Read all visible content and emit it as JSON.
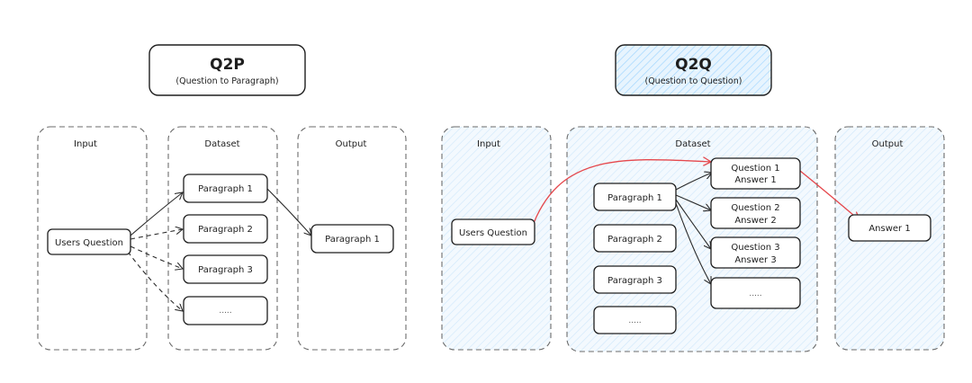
{
  "q2p": {
    "title": "Q2P",
    "subtitle": "(Question to Paragraph)",
    "input_label": "Input",
    "dataset_label": "Dataset",
    "output_label": "Output",
    "input_node": "Users Question",
    "dataset_nodes": [
      "Paragraph 1",
      "Paragraph 2",
      "Paragraph 3",
      "....."
    ],
    "output_node": "Paragraph 1"
  },
  "q2q": {
    "title": "Q2Q",
    "subtitle": "(Question to Question)",
    "input_label": "Input",
    "dataset_label": "Dataset",
    "output_label": "Output",
    "input_node": "Users Question",
    "paragraph_nodes": [
      "Paragraph 1",
      "Paragraph 2",
      "Paragraph 3",
      "....."
    ],
    "qa_nodes": [
      {
        "question": "Question 1",
        "answer": "Answer 1"
      },
      {
        "question": "Question 2",
        "answer": "Answer 2"
      },
      {
        "question": "Question 3",
        "answer": "Answer 3"
      }
    ],
    "qa_more": ".....",
    "output_node": "Answer 1"
  },
  "colors": {
    "stroke": "#1e1e1e",
    "group_stroke": "#6b6b6b",
    "hatch": "#a5d8ff",
    "highlight_arrow": "#e5484d"
  }
}
